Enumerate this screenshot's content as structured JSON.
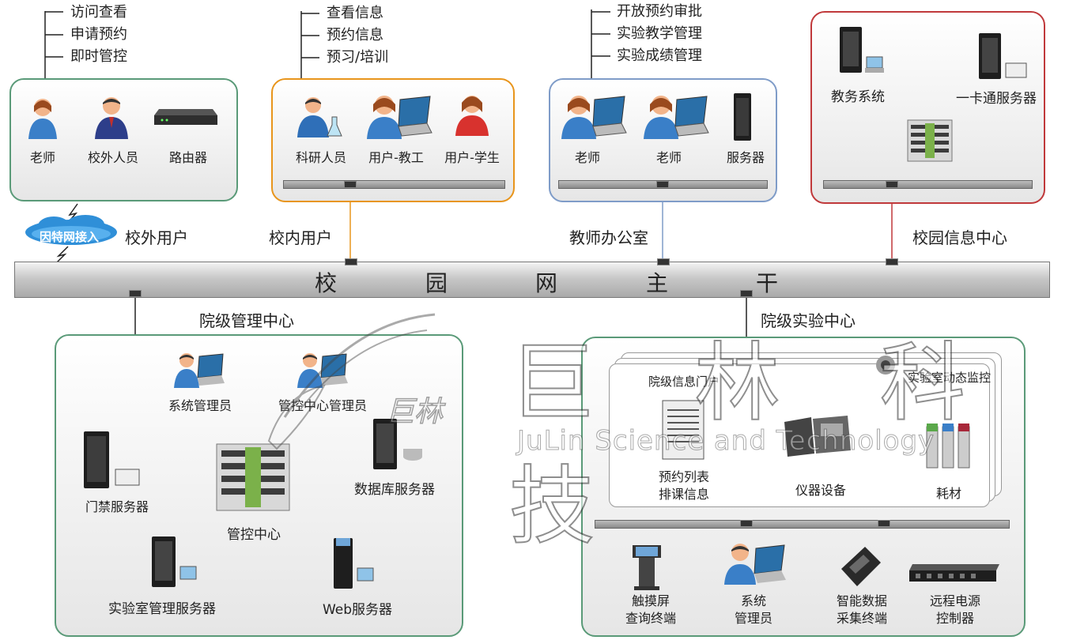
{
  "top_menus": {
    "m1": [
      "访问查看",
      "申请预约",
      "即时管控"
    ],
    "m2": [
      "查看信息",
      "预约信息",
      "预习/培训"
    ],
    "m3": [
      "开放预约审批",
      "实验教学管理",
      "实验成绩管理"
    ]
  },
  "box1": {
    "items": [
      "老师",
      "校外人员",
      "路由器"
    ]
  },
  "box2": {
    "items": [
      "科研人员",
      "用户-教工",
      "用户-学生"
    ]
  },
  "box3": {
    "items": [
      "老师",
      "老师",
      "服务器"
    ]
  },
  "box4": {
    "items": [
      "教务系统",
      "一卡通服务器"
    ]
  },
  "internet": "因特网接入",
  "zones": [
    "校外用户",
    "校内用户",
    "教师办公室",
    "校园信息中心"
  ],
  "backbone": [
    "校",
    "园",
    "网",
    "主",
    "干"
  ],
  "mgmt": {
    "title": "院级管理中心",
    "items": [
      "系统管理员",
      "管控中心管理员",
      "门禁服务器",
      "数据库服务器",
      "管控中心",
      "实验室管理服务器",
      "Web服务器"
    ]
  },
  "lab": {
    "title": "院级实验中心",
    "portal": "院级信息门户",
    "monitor": "实验室动态监控",
    "panel": [
      "预约列表",
      "排课信息",
      "仪器设备",
      "耗材"
    ],
    "bottom": [
      [
        "触摸屏",
        "查询终端"
      ],
      [
        "系统",
        "管理员"
      ],
      [
        "智能数据",
        "采集终端"
      ],
      [
        "远程电源",
        "控制器"
      ]
    ]
  },
  "watermark": {
    "cn": "巨 林 科 技",
    "en": "JuLin Science and Technology",
    "logo": "巨林"
  },
  "colors": {
    "green": "#5a9a78",
    "orange": "#e8951c",
    "blue": "#7f9cc8",
    "red": "#c0393b"
  }
}
